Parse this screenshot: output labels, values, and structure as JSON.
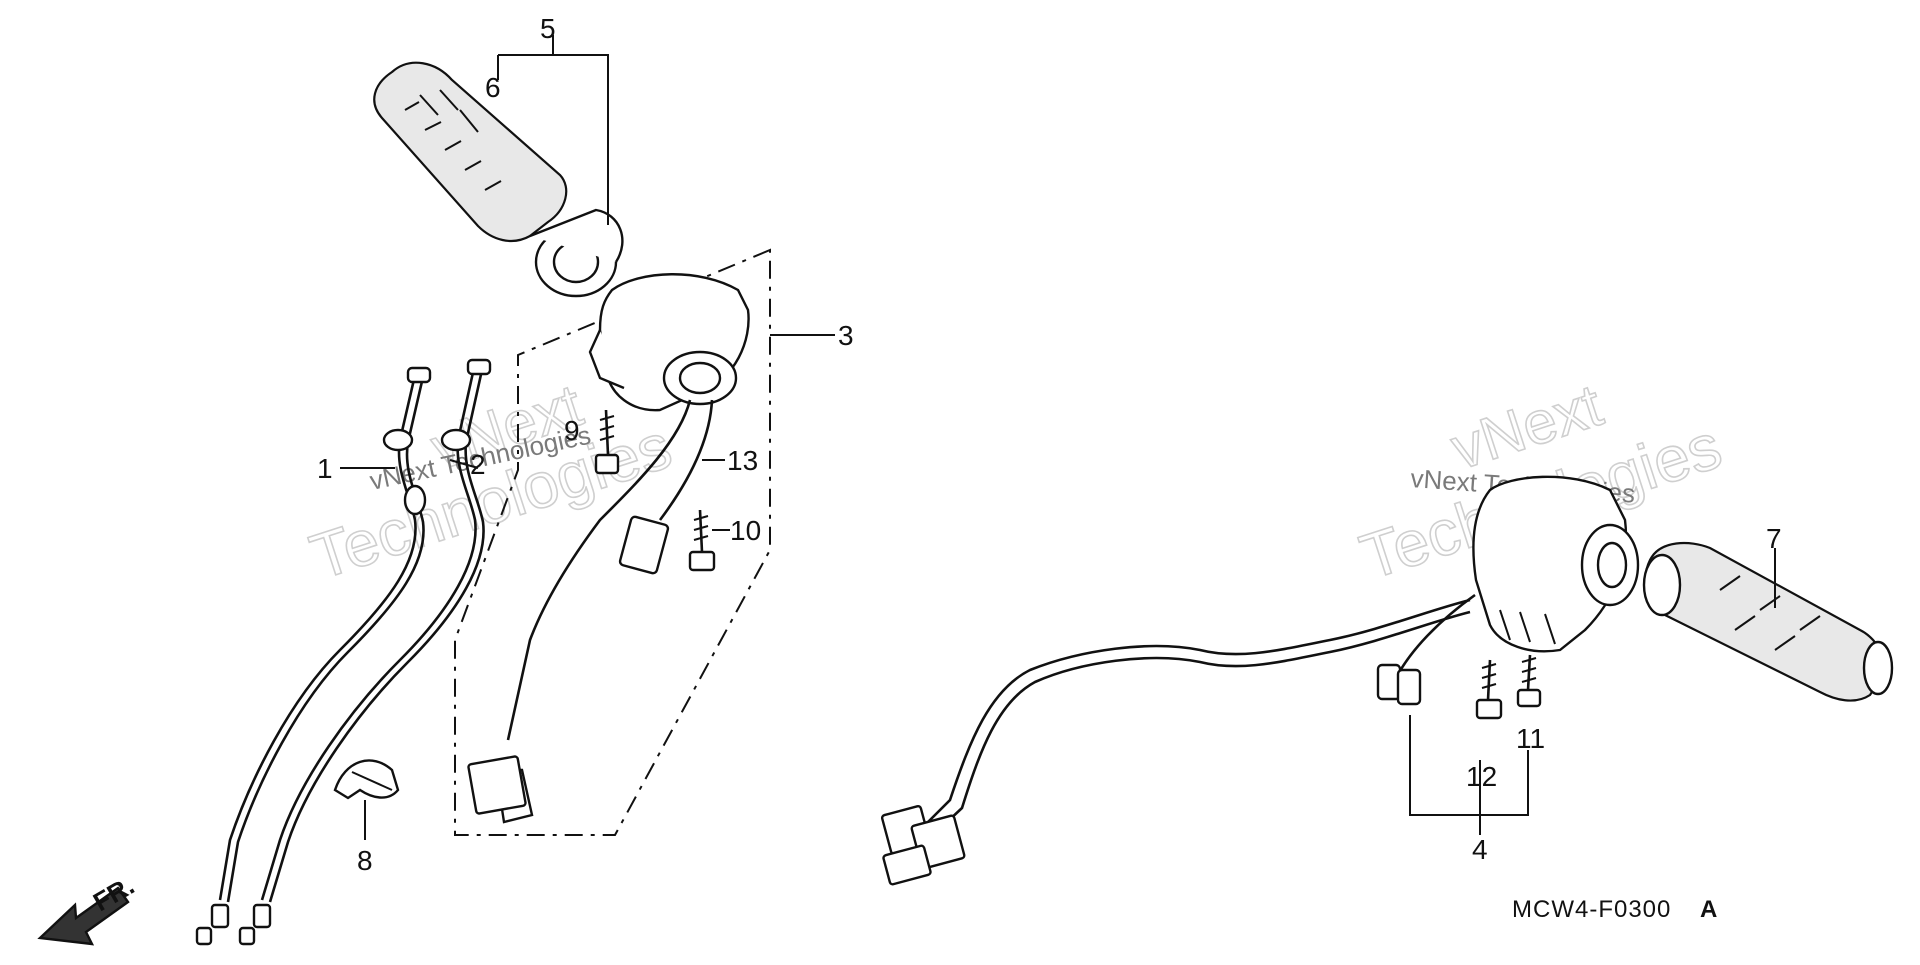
{
  "diagram": {
    "labels": {
      "l1": "1",
      "l2": "2",
      "l3": "3",
      "l4": "4",
      "l5": "5",
      "l6": "6",
      "l7": "7",
      "l8": "8",
      "l9": "9",
      "l10": "10",
      "l11": "11",
      "l12": "12",
      "l13": "13"
    },
    "direction_label": "FR.",
    "figure_code": "MCW4-F0300",
    "figure_suffix": "A",
    "watermark": {
      "line1": "vNext",
      "line2": "Technologies",
      "inline": "vNext Technologies"
    }
  }
}
